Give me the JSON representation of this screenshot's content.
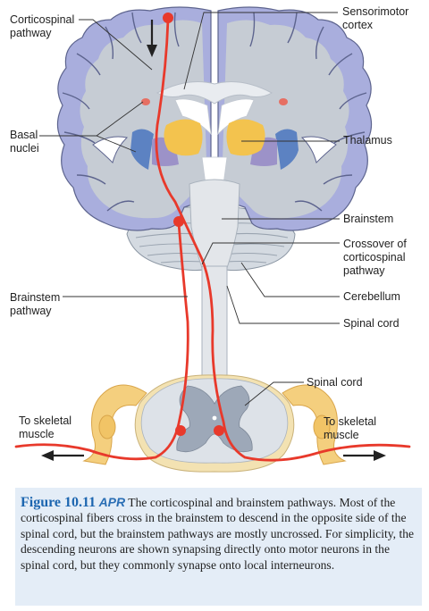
{
  "labels": {
    "corticospinal_pathway": "Corticospinal\npathway",
    "sensorimotor_cortex": "Sensorimotor\ncortex",
    "basal_nuclei": "Basal\nnuclei",
    "thalamus": "Thalamus",
    "brainstem": "Brainstem",
    "crossover": "Crossover of\ncorticospinal\npathway",
    "cerebellum": "Cerebellum",
    "brainstem_pathway": "Brainstem\npathway",
    "spinal_cord_upper": "Spinal cord",
    "spinal_cord_lower": "Spinal cord",
    "to_skeletal_left": "To skeletal\nmuscle",
    "to_skeletal_right": "To skeletal\nmuscle"
  },
  "caption": {
    "figure_number": "Figure 10.11",
    "badge": "APR",
    "text": "The corticospinal and brainstem pathways. Most of the corticospinal fibers cross in the brainstem to descend in the opposite side of the spinal cord, but the brainstem pathways are mostly uncrossed. For simplicity, the descending neurons are shown synapsing directly onto motor neurons in the spinal cord, but they commonly synapse onto local interneurons."
  },
  "colors": {
    "pathway": "#e8392b",
    "cortex": "#a9aedd",
    "white_matter": "#c6ccd4",
    "thalamus": "#f3c34e",
    "basal_nuclei": "#5c82c2",
    "nerve": "#f4cf7e",
    "caption_bg": "#e4edf7",
    "caption_title": "#1d66b0"
  }
}
